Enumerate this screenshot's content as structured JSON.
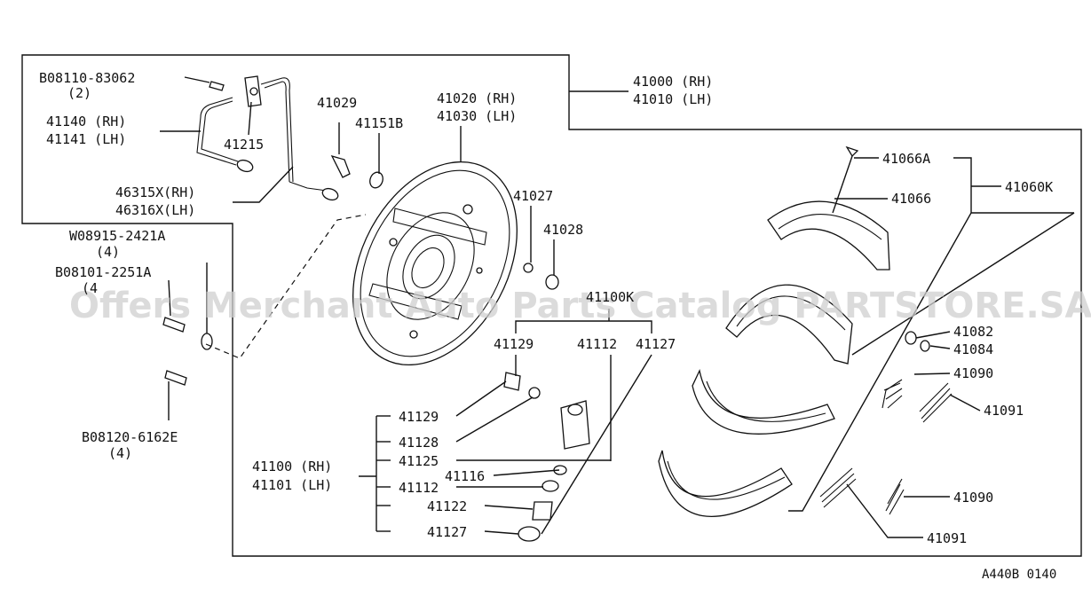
{
  "callouts": {
    "bolt_b_08110": "B08110-83062",
    "bolt_b_08110_qty": "(2)",
    "tube_rh": "41140 (RH)",
    "tube_lh": "41141 (LH)",
    "connector_41215": "41215",
    "hose_rh": "46315X(RH)",
    "hose_lh": "46316X(LH)",
    "washer_w_08915": "W08915-2421A",
    "washer_w_08915_qty": "(4)",
    "bolt_b_08101": "B08101-2251A",
    "bolt_b_08101_qty": "(4",
    "bolt_b_08120": "B08120-6162E",
    "bolt_b_08120_qty": "(4)",
    "p41029": "41029",
    "p41151b": "41151B",
    "backplate_rh": "41020 (RH)",
    "backplate_lh": "41030 (LH)",
    "assy_rh": "41000 (RH)",
    "assy_lh": "41010 (LH)",
    "p41027": "41027",
    "p41028": "41028",
    "kit_41100k": "41100K",
    "p41129_top": "41129",
    "p41112_top": "41112",
    "p41127_top": "41127",
    "p41129": "41129",
    "p41128": "41128",
    "p41125": "41125",
    "p41116": "41116",
    "p41112": "41112",
    "p41122": "41122",
    "p41127": "41127",
    "cyl_rh": "41100 (RH)",
    "cyl_lh": "41101 (LH)",
    "p41066a": "41066A",
    "p41066": "41066",
    "kit_41060k": "41060K",
    "p41082": "41082",
    "p41084": "41084",
    "p41090_a": "41090",
    "p41091_a": "41091",
    "p41090_b": "41090",
    "p41091_b": "41091"
  },
  "watermark": "Offers Merchant Auto Parts Catalog PARTSTORE.SA",
  "reference_code": "A440B 0140"
}
